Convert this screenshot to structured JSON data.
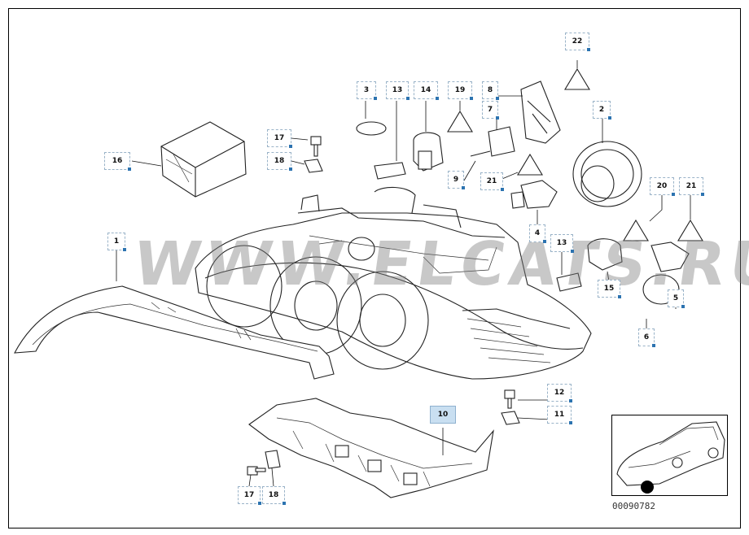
{
  "diagram": {
    "watermark": "WWW.ELCATS.RU",
    "document_number": "00090782",
    "selected_callout": "10",
    "colors": {
      "selected": "#c9dff1",
      "callout_border": "#9ab3c8",
      "marker": "#2c73b0"
    },
    "callouts": [
      {
        "id": "c22",
        "label": "22"
      },
      {
        "id": "c3",
        "label": "3"
      },
      {
        "id": "c13a",
        "label": "13"
      },
      {
        "id": "c14",
        "label": "14"
      },
      {
        "id": "c19",
        "label": "19"
      },
      {
        "id": "c8",
        "label": "8"
      },
      {
        "id": "c7",
        "label": "7"
      },
      {
        "id": "c2",
        "label": "2"
      },
      {
        "id": "c17a",
        "label": "17"
      },
      {
        "id": "c18a",
        "label": "18"
      },
      {
        "id": "c16",
        "label": "16"
      },
      {
        "id": "c9",
        "label": "9"
      },
      {
        "id": "c21a",
        "label": "21"
      },
      {
        "id": "c20",
        "label": "20"
      },
      {
        "id": "c21b",
        "label": "21"
      },
      {
        "id": "c4",
        "label": "4"
      },
      {
        "id": "c13b",
        "label": "13"
      },
      {
        "id": "c1",
        "label": "1"
      },
      {
        "id": "c15",
        "label": "15"
      },
      {
        "id": "c5",
        "label": "5"
      },
      {
        "id": "c6",
        "label": "6"
      },
      {
        "id": "c12",
        "label": "12"
      },
      {
        "id": "c10",
        "label": "10"
      },
      {
        "id": "c11",
        "label": "11"
      },
      {
        "id": "c17b",
        "label": "17"
      },
      {
        "id": "c18b",
        "label": "18"
      }
    ]
  }
}
